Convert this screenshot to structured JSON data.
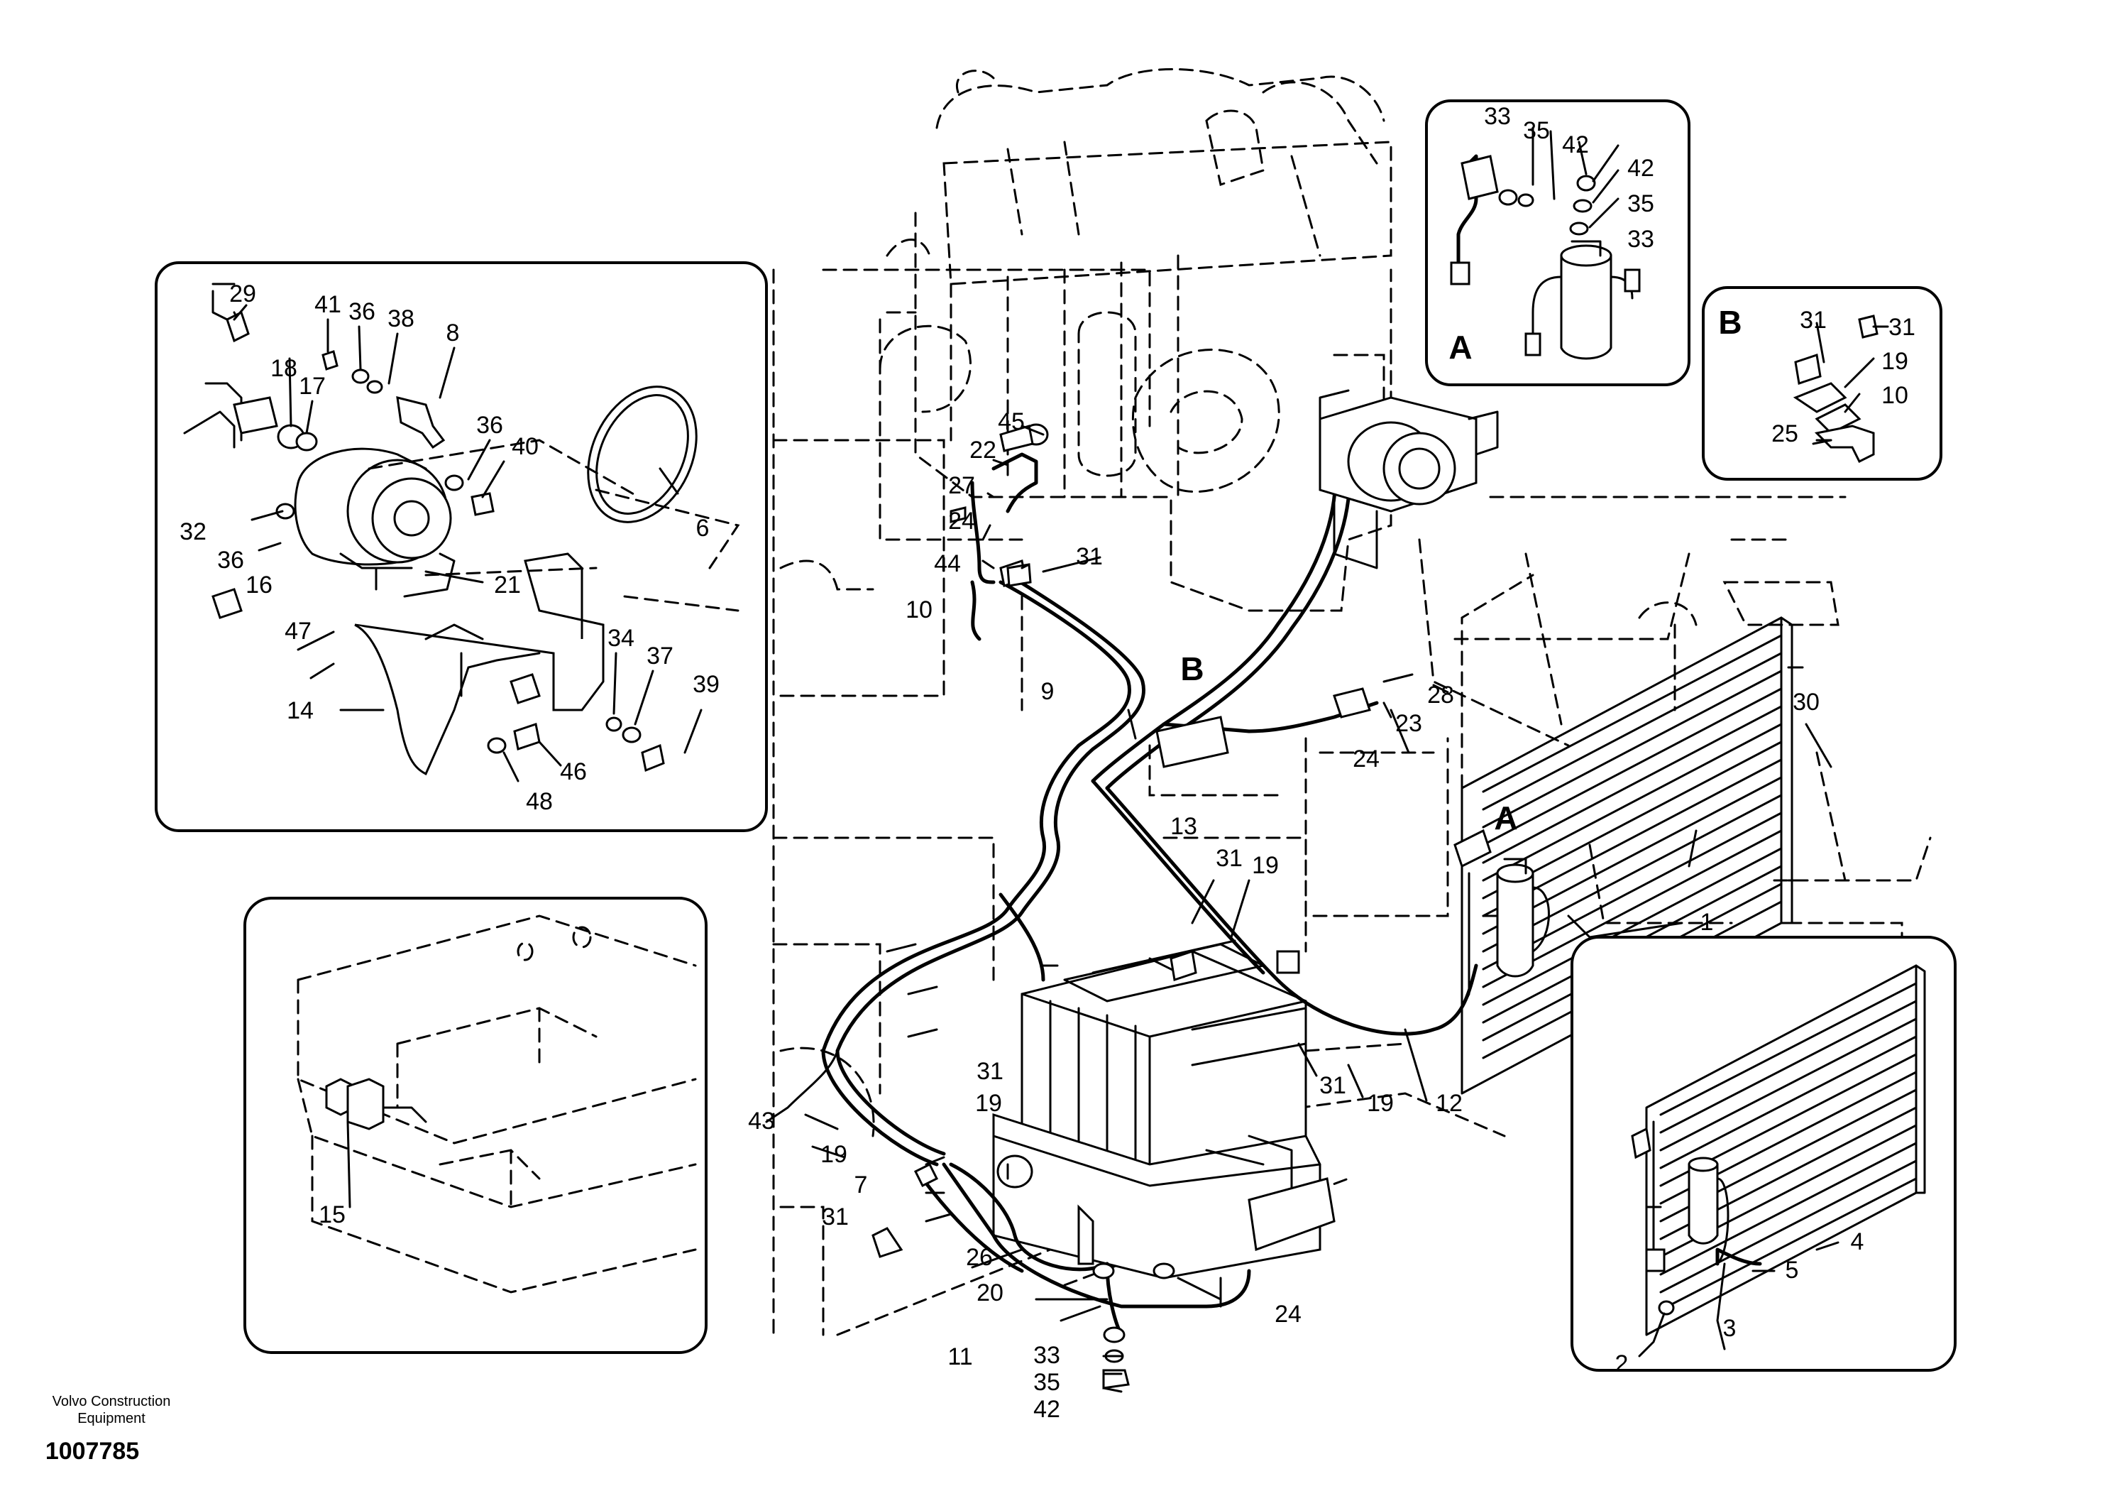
{
  "diagram": {
    "part_numbers": {
      "n1": "1",
      "n2": "2",
      "n3": "3",
      "n4": "4",
      "n5": "5",
      "n6": "6",
      "n7": "7",
      "n8": "8",
      "n9": "9",
      "n10": "10",
      "n11": "11",
      "n12": "12",
      "n13": "13",
      "n14": "14",
      "n15": "15",
      "n16": "16",
      "n17": "17",
      "n18": "18",
      "n19": "19",
      "n20": "20",
      "n21": "21",
      "n22": "22",
      "n23": "23",
      "n24": "24",
      "n25": "25",
      "n26": "26",
      "n27": "27",
      "n28": "28",
      "n29": "29",
      "n30": "30",
      "n31": "31",
      "n32": "32",
      "n33": "33",
      "n34": "34",
      "n35": "35",
      "n36": "36",
      "n37": "37",
      "n38": "38",
      "n39": "39",
      "n40": "40",
      "n41": "41",
      "n42": "42",
      "n43": "43",
      "n44": "44",
      "n45": "45",
      "n46": "46",
      "n47": "47",
      "n48": "48"
    },
    "detail_labels": {
      "a": "A",
      "b": "B"
    }
  },
  "footer": {
    "company_line1": "Volvo Construction",
    "company_line2": "Equipment",
    "figure_id": "1007785"
  }
}
